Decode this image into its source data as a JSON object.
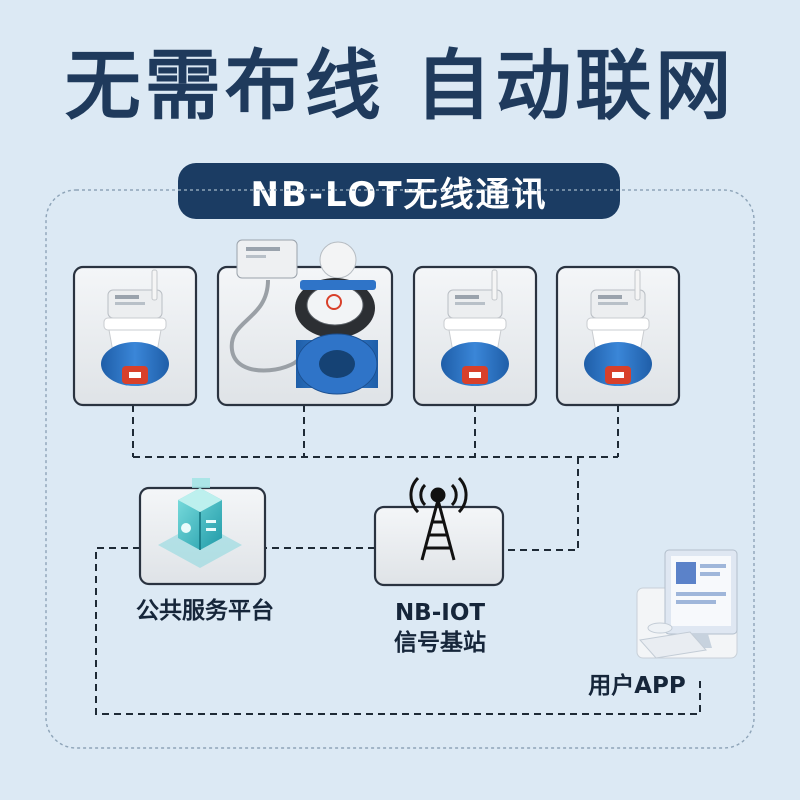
{
  "headline": "无需布线 自动联网",
  "subtitle": "NB-LOT无线通讯",
  "nodes": {
    "platform": "公共服务平台",
    "station_line1": "NB-IOT",
    "station_line2": "信号基站",
    "app": "用户APP"
  },
  "colors": {
    "background": "#dce9f4",
    "title": "#1f3a5c",
    "banner": "#1b3c63",
    "meter_blue": "#2f74c8",
    "dash_line": "#1e2a36"
  },
  "icons": [
    "water-meter-icon",
    "flow-meter-icon",
    "data-center-icon",
    "antenna-tower-icon",
    "computer-monitor-icon"
  ]
}
